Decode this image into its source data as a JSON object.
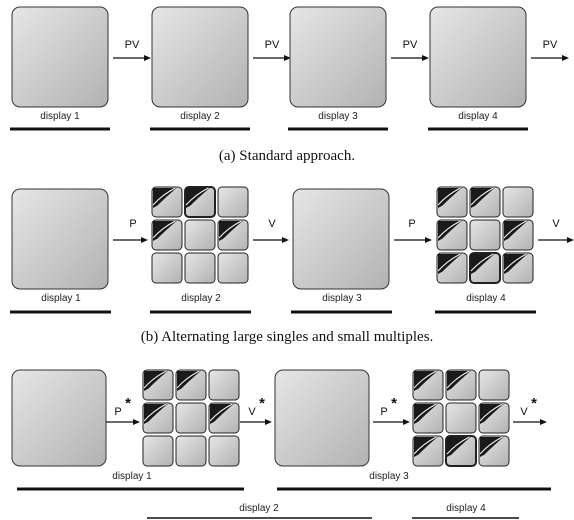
{
  "rows": [
    {
      "caption": "(a)  Standard approach.",
      "displays": [
        "display 1",
        "display 2",
        "display 3",
        "display 4"
      ],
      "operators": [
        "PV",
        "PV",
        "PV",
        "PV"
      ]
    },
    {
      "caption": "(b)  Alternating large singles and small multiples.",
      "displays": [
        "display 1",
        "display 2",
        "display 3",
        "display 4"
      ],
      "operators": [
        "P",
        "V",
        "P",
        "V"
      ]
    },
    {
      "displays": [
        "display 1",
        "display 3",
        "display 2",
        "display 4"
      ],
      "operators": [
        "P",
        "V",
        "P",
        "V"
      ],
      "operator_mark": "*"
    }
  ],
  "colors": {
    "panel_light": "#e4e4e4",
    "panel_dark": "#b4b4b4",
    "ink": "#111111"
  }
}
